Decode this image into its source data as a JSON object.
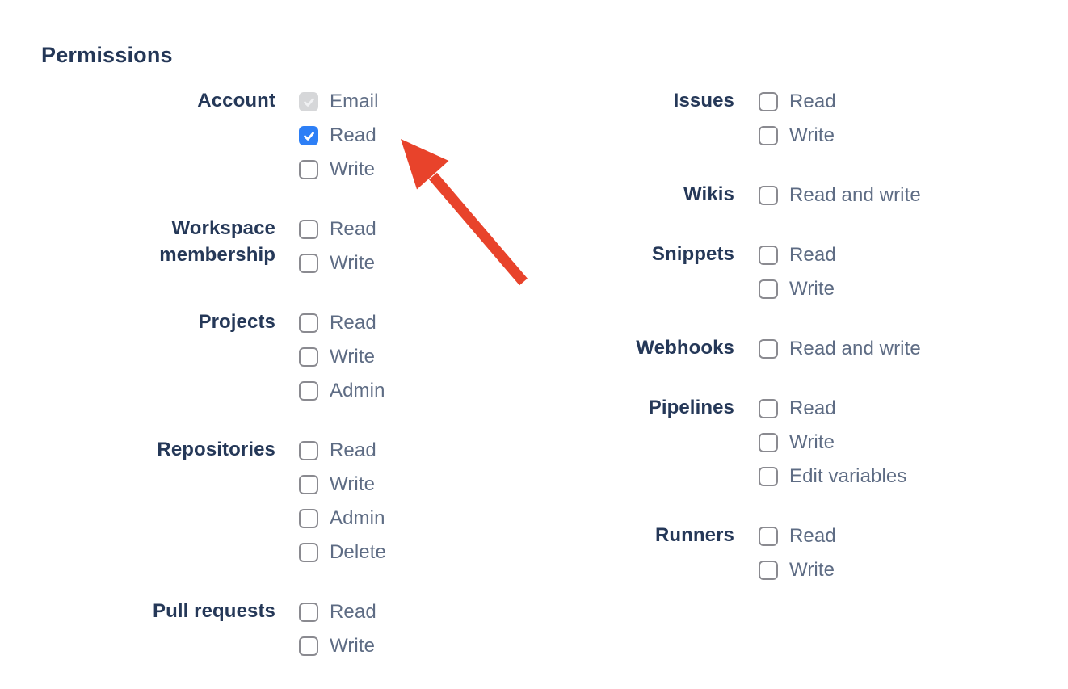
{
  "page": {
    "heading": "Permissions"
  },
  "colors": {
    "heading": "#243757",
    "group_label": "#253858",
    "option_label": "#5E6C84",
    "checkbox_border": "#8a8a90",
    "checkbox_checked_bg": "#2d7ff6",
    "checkbox_disabled_bg": "#d6d7d9",
    "arrow": "#e8432b",
    "page_bg": "#ffffff"
  },
  "permissions": {
    "columns": [
      {
        "side": "left",
        "groups": [
          {
            "id": "account",
            "label": "Account",
            "options": [
              {
                "id": "email",
                "label": "Email",
                "state": "disabled-checked"
              },
              {
                "id": "read",
                "label": "Read",
                "state": "checked"
              },
              {
                "id": "write",
                "label": "Write",
                "state": "unchecked"
              }
            ]
          },
          {
            "id": "workspace-membership",
            "label": "Workspace membership",
            "options": [
              {
                "id": "read",
                "label": "Read",
                "state": "unchecked"
              },
              {
                "id": "write",
                "label": "Write",
                "state": "unchecked"
              }
            ]
          },
          {
            "id": "projects",
            "label": "Projects",
            "options": [
              {
                "id": "read",
                "label": "Read",
                "state": "unchecked"
              },
              {
                "id": "write",
                "label": "Write",
                "state": "unchecked"
              },
              {
                "id": "admin",
                "label": "Admin",
                "state": "unchecked"
              }
            ]
          },
          {
            "id": "repositories",
            "label": "Repositories",
            "options": [
              {
                "id": "read",
                "label": "Read",
                "state": "unchecked"
              },
              {
                "id": "write",
                "label": "Write",
                "state": "unchecked"
              },
              {
                "id": "admin",
                "label": "Admin",
                "state": "unchecked"
              },
              {
                "id": "delete",
                "label": "Delete",
                "state": "unchecked"
              }
            ]
          },
          {
            "id": "pull-requests",
            "label": "Pull requests",
            "options": [
              {
                "id": "read",
                "label": "Read",
                "state": "unchecked"
              },
              {
                "id": "write",
                "label": "Write",
                "state": "unchecked"
              }
            ]
          }
        ]
      },
      {
        "side": "right",
        "groups": [
          {
            "id": "issues",
            "label": "Issues",
            "options": [
              {
                "id": "read",
                "label": "Read",
                "state": "unchecked"
              },
              {
                "id": "write",
                "label": "Write",
                "state": "unchecked"
              }
            ]
          },
          {
            "id": "wikis",
            "label": "Wikis",
            "options": [
              {
                "id": "read-and-write",
                "label": "Read and write",
                "state": "unchecked"
              }
            ]
          },
          {
            "id": "snippets",
            "label": "Snippets",
            "options": [
              {
                "id": "read",
                "label": "Read",
                "state": "unchecked"
              },
              {
                "id": "write",
                "label": "Write",
                "state": "unchecked"
              }
            ]
          },
          {
            "id": "webhooks",
            "label": "Webhooks",
            "options": [
              {
                "id": "read-and-write",
                "label": "Read and write",
                "state": "unchecked"
              }
            ]
          },
          {
            "id": "pipelines",
            "label": "Pipelines",
            "options": [
              {
                "id": "read",
                "label": "Read",
                "state": "unchecked"
              },
              {
                "id": "write",
                "label": "Write",
                "state": "unchecked"
              },
              {
                "id": "edit-variables",
                "label": "Edit variables",
                "state": "unchecked"
              }
            ]
          },
          {
            "id": "runners",
            "label": "Runners",
            "options": [
              {
                "id": "read",
                "label": "Read",
                "state": "unchecked"
              },
              {
                "id": "write",
                "label": "Write",
                "state": "unchecked"
              }
            ]
          }
        ]
      }
    ]
  },
  "annotation": {
    "type": "arrow",
    "points_to": "checkbox-account-read"
  }
}
